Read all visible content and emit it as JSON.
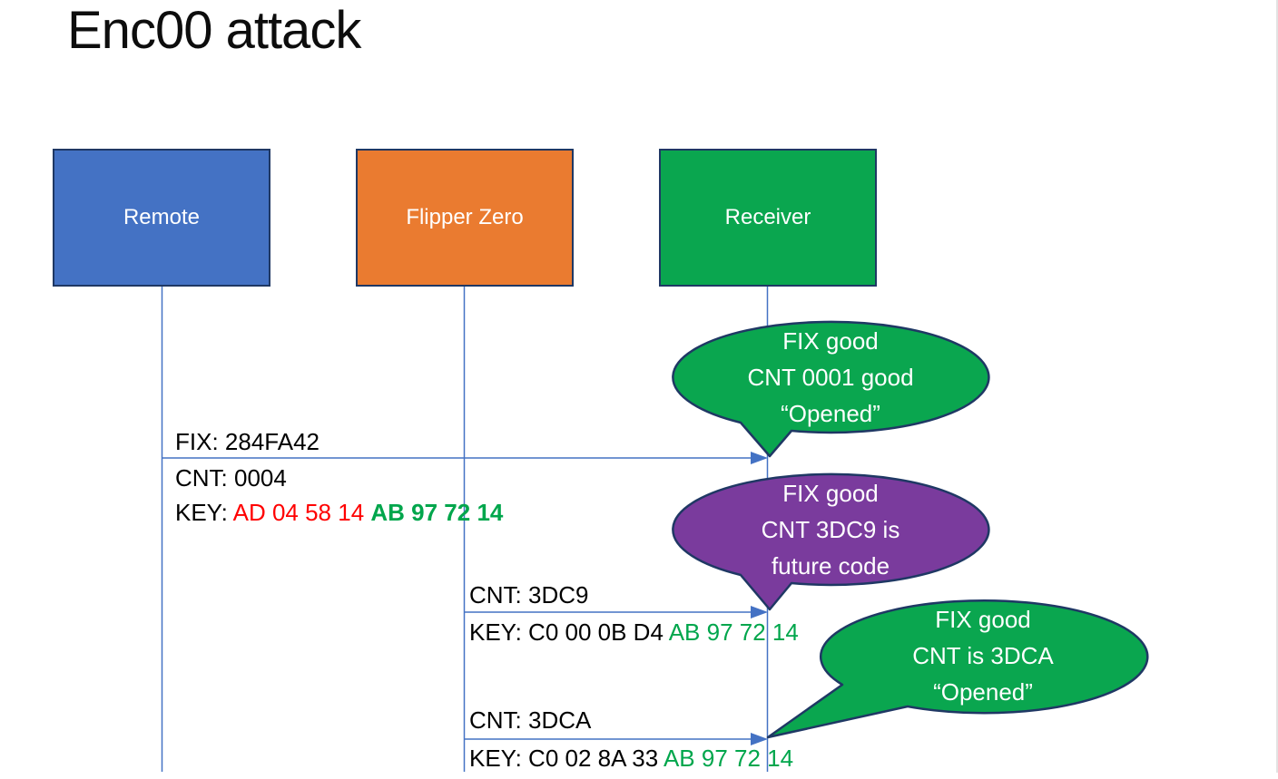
{
  "title": "Enc00 attack",
  "colors": {
    "remote_blue": "#4472C4",
    "flipper_orange": "#EA7B30",
    "receiver_green": "#0AA64F",
    "callout_green": "#0AA64F",
    "callout_purple": "#7A3B9D",
    "outline_navy": "#1F3864",
    "connector_blue": "#4472C4",
    "key_red": "#FF0000",
    "key_green": "#00A64C"
  },
  "actors": [
    {
      "label": "Remote"
    },
    {
      "label": "Flipper Zero"
    },
    {
      "label": "Receiver"
    }
  ],
  "messages": [
    {
      "from": "Remote",
      "to": "Receiver",
      "fix_line": "FIX: 284FA42",
      "cnt_line": "CNT: 0004",
      "key_prefix": "KEY: ",
      "key_red_part": "AD 04 58 14 ",
      "key_green_part": "AB 97 72 14"
    },
    {
      "from": "Flipper Zero",
      "to": "Receiver",
      "cnt_line": "CNT: 3DC9",
      "key_prefix": "KEY: C0 00 0B D4 ",
      "key_green_part": "AB 97 72 14"
    },
    {
      "from": "Flipper Zero",
      "to": "Receiver",
      "cnt_line": "CNT: 3DCA",
      "key_prefix": "KEY: C0 02 8A 33 ",
      "key_green_part": "AB 97 72 14"
    }
  ],
  "callouts": [
    {
      "color": "green",
      "lines": [
        "FIX good",
        "CNT 0001 good",
        "“Opened”"
      ]
    },
    {
      "color": "purple",
      "lines": [
        "FIX good",
        "CNT 3DC9 is",
        "future code"
      ]
    },
    {
      "color": "green",
      "lines": [
        "FIX good",
        "CNT is 3DCA",
        "“Opened”"
      ]
    }
  ]
}
